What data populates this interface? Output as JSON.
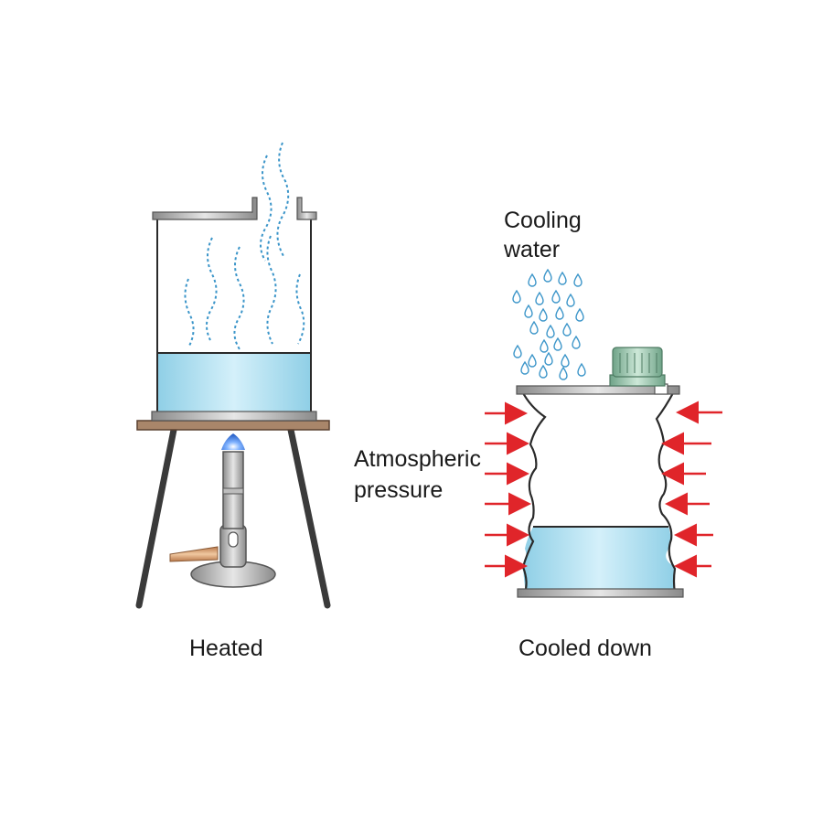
{
  "labels": {
    "heated": "Heated",
    "cooled_down": "Cooled down",
    "cooling_water_line1": "Cooling",
    "cooling_water_line2": "water",
    "atmospheric_line1": "Atmospheric",
    "atmospheric_line2": "pressure"
  },
  "colors": {
    "water": "#a9dcee",
    "steam": "#3b95c9",
    "pressure_arrow": "#e0252a",
    "can_rim": "#9a9a9a",
    "cap": "#8fbfa3",
    "stand_legs": "#3a3a3a",
    "platform": "#a9866a",
    "flame": "#3a7ed8",
    "hose": "#d79a6a"
  }
}
